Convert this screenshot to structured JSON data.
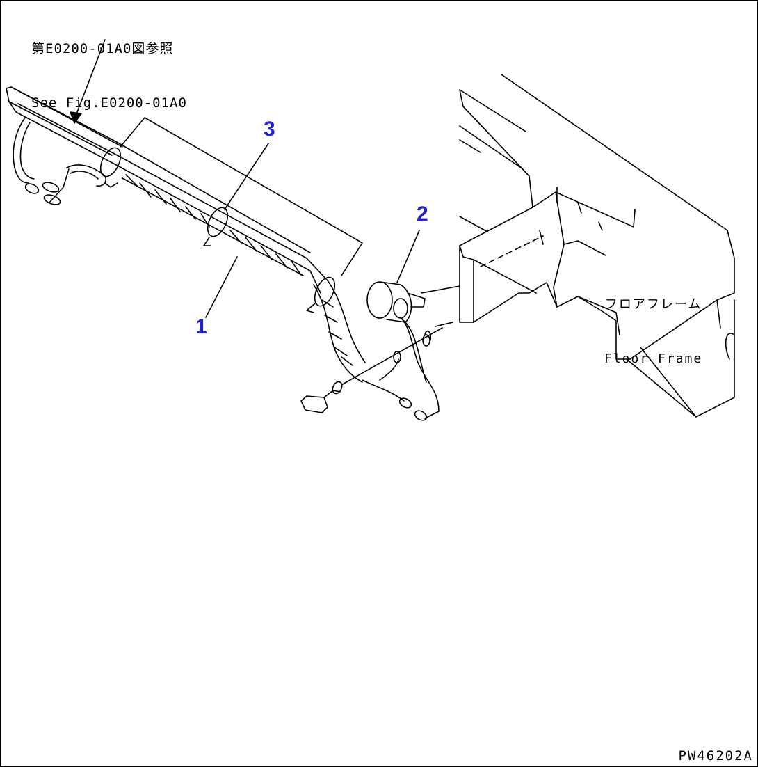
{
  "reference_note": {
    "line_jp": "第E0200-01A0図参照",
    "line_en": "See Fig.E0200-01A0"
  },
  "callouts": [
    "1",
    "2",
    "3"
  ],
  "frame_label": {
    "line_jp": "フロアフレーム",
    "line_en": "Floor Frame"
  },
  "drawing_number": "PW46202A",
  "colors": {
    "callout": "#1f1fd6",
    "line": "#000000",
    "background": "#ffffff"
  }
}
